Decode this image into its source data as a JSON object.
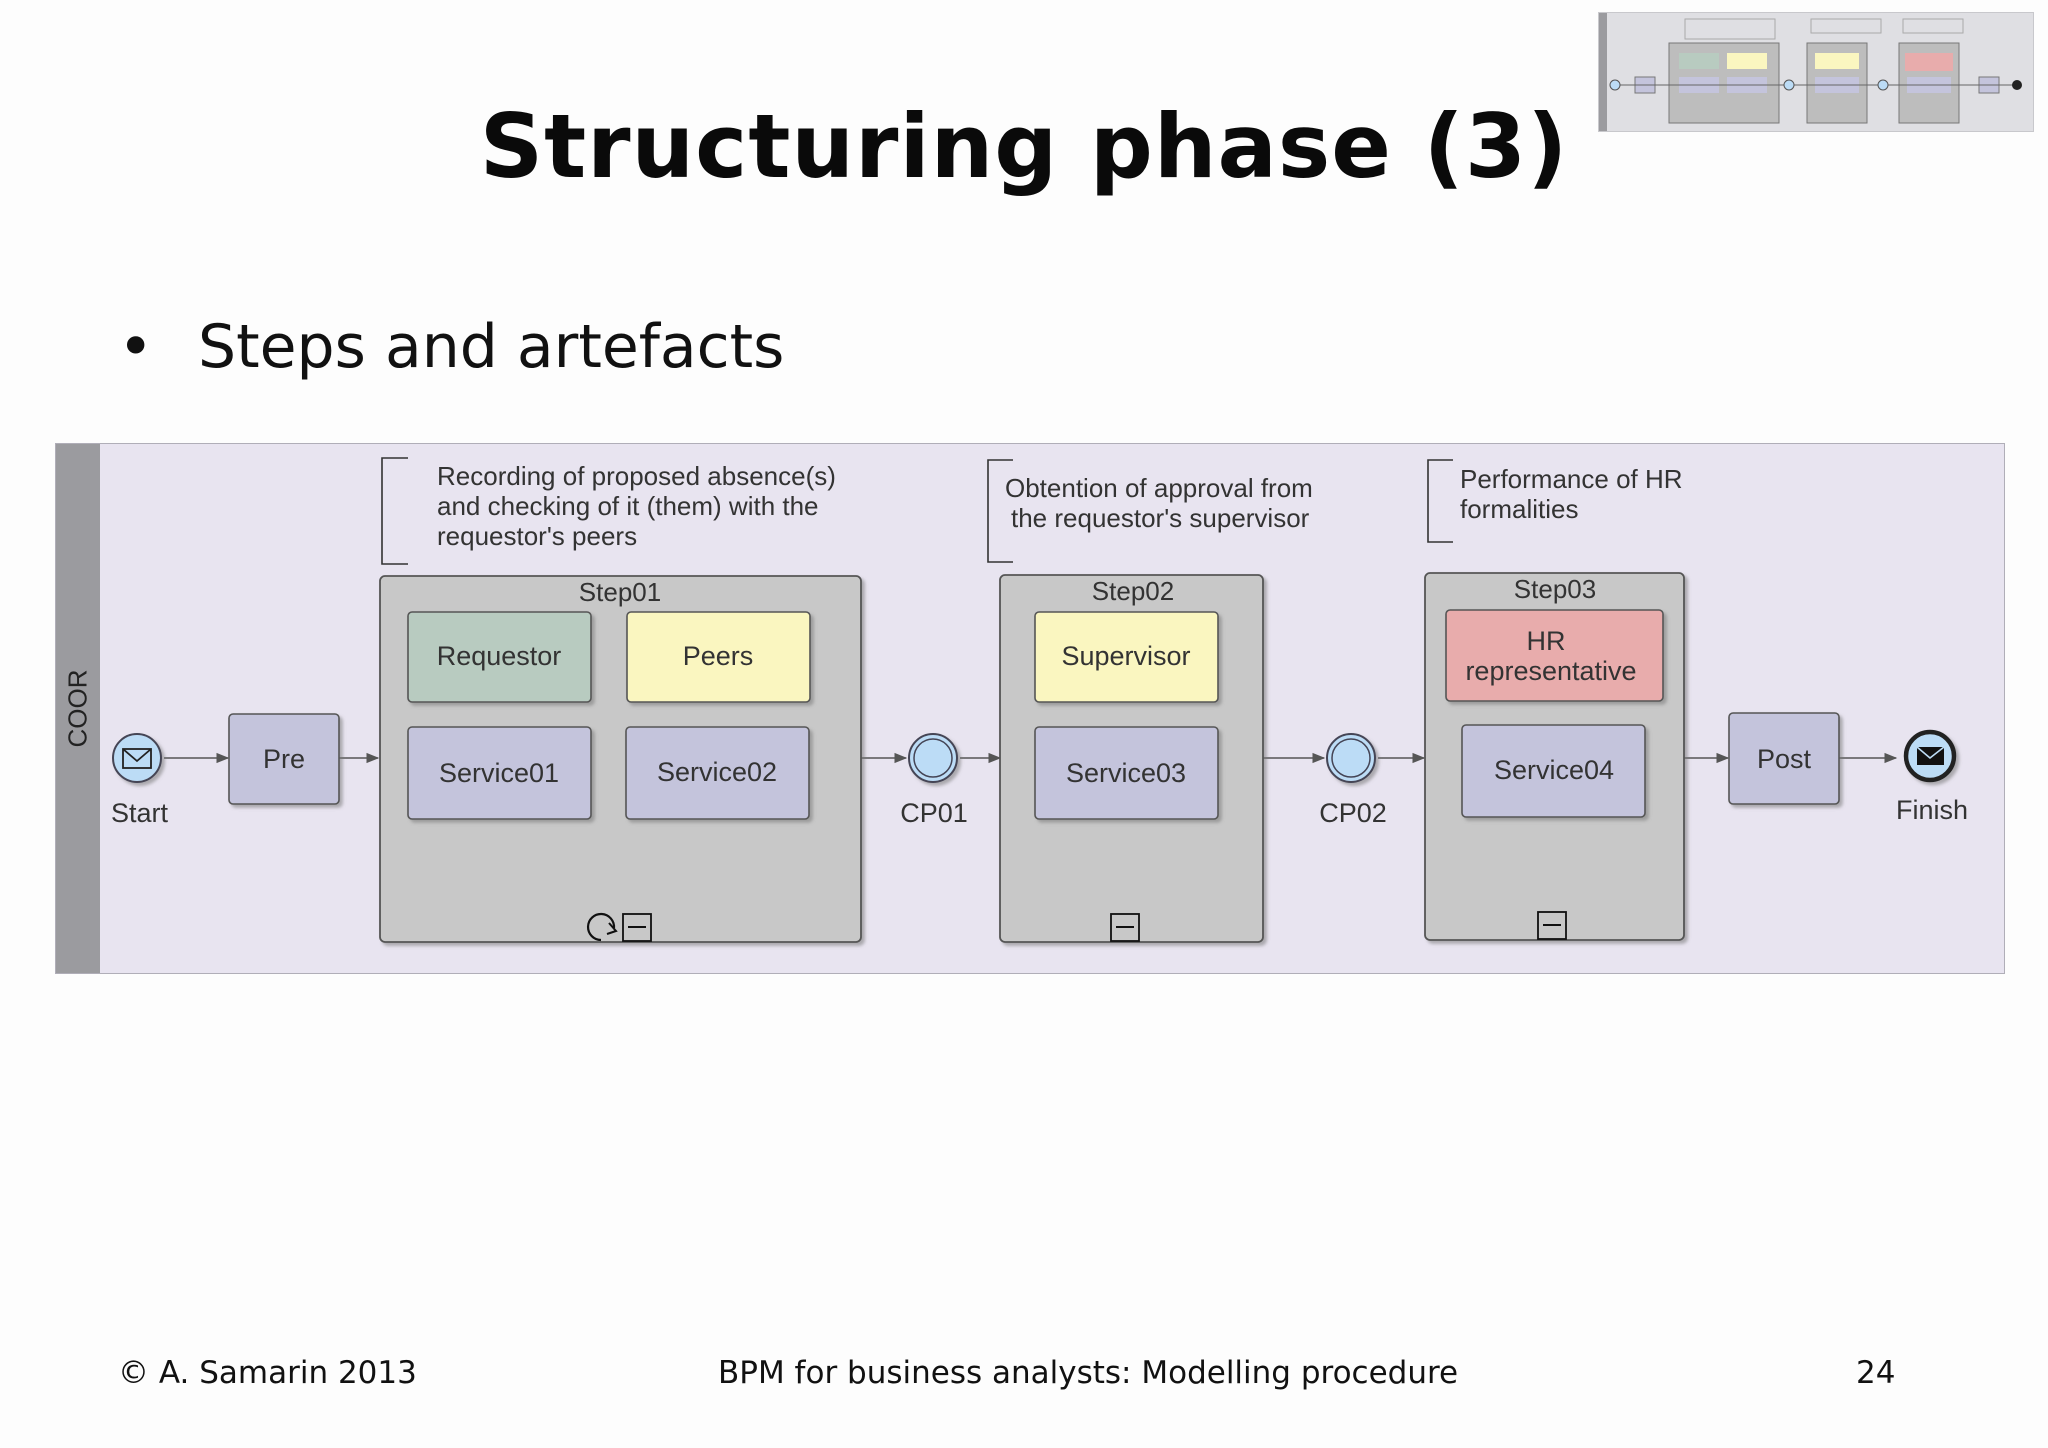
{
  "slide": {
    "title": "Structuring phase (3)",
    "bullet_symbol": "•",
    "bullet_text": "Steps and artefacts"
  },
  "diagram": {
    "lane_label": "COOR",
    "annotations": [
      "Recording of proposed absence(s)",
      "and checking of it (them) with the",
      "requestor's peers",
      "Obtention of approval from",
      "the requestor's supervisor",
      "Performance of HR",
      "formalities"
    ],
    "start_label": "Start",
    "pre_label": "Pre",
    "step01_label": "Step01",
    "step02_label": "Step02",
    "step03_label": "Step03",
    "requestor_label": "Requestor",
    "peers_label": "Peers",
    "service01_label": "Service01",
    "service02_label": "Service02",
    "supervisor_label": "Supervisor",
    "service03_label": "Service03",
    "hr_label_line1": "HR",
    "hr_label_line2": "representative",
    "service04_label": "Service04",
    "cp01_label": "CP01",
    "cp02_label": "CP02",
    "post_label": "Post",
    "finish_label": "Finish",
    "colors": {
      "lane_bg": "#e8e4f0",
      "lane_header": "#9b9b9f",
      "step_bg": "#c8c8c8",
      "task_bg": "#c4c4dc",
      "requestor_bg": "#b8cbc0",
      "peers_bg": "#faf6c0",
      "hr_bg": "#e8acac",
      "event_bg": "#bcdcf6"
    }
  },
  "footer": {
    "copyright": "© A. Samarin 2013",
    "course": "BPM for business analysts: Modelling procedure",
    "page_number": "24"
  }
}
